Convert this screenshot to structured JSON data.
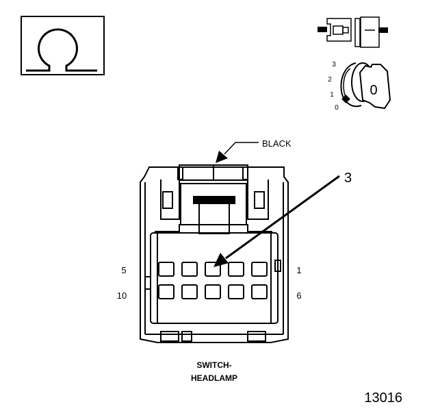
{
  "figure": {
    "connector_color_label": "BLACK",
    "callout_number": "3",
    "pin_labels": {
      "top_left": "5",
      "top_right": "1",
      "bottom_left": "10",
      "bottom_right": "6"
    },
    "component_name_line1": "SWITCH-",
    "component_name_line2": "HEADLAMP",
    "figure_number": "13016",
    "ohm_symbol": "Ω",
    "ignition_positions": [
      "3",
      "2",
      "1",
      "0"
    ],
    "key_position_text": "0"
  }
}
